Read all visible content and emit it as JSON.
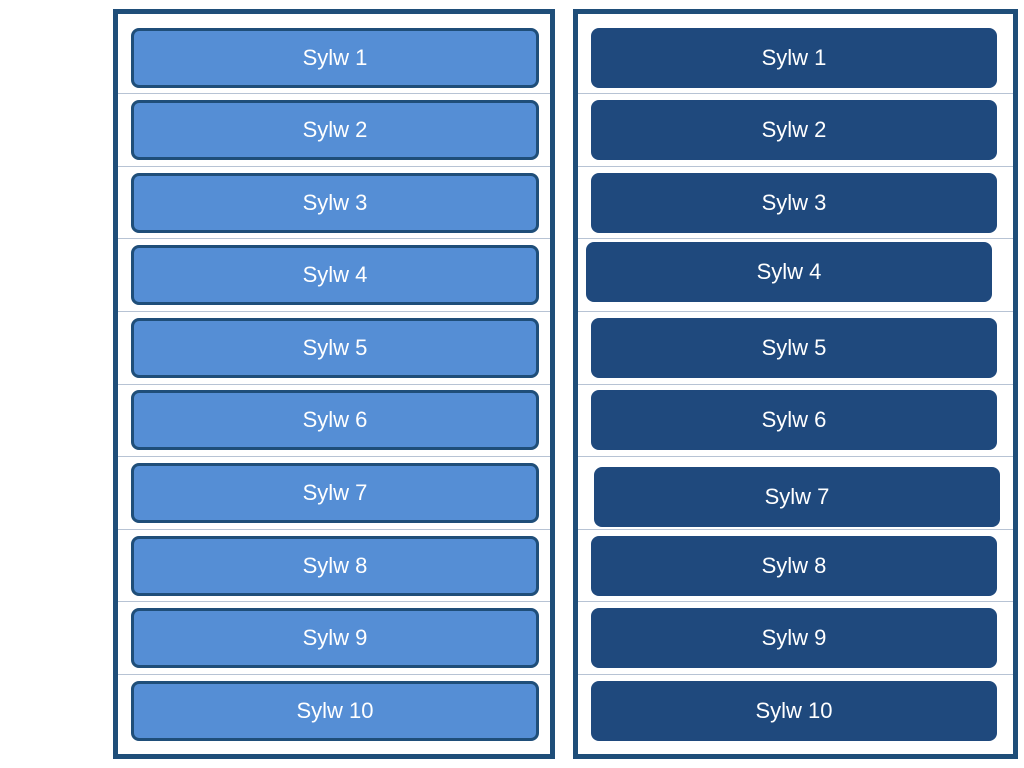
{
  "colors": {
    "panel_border": "#1f4e79",
    "light_button_fill": "#558ed5",
    "dark_button_fill": "#1f497d",
    "button_text": "#ffffff",
    "divider": "#b7c3d4"
  },
  "left_panel": {
    "buttons": [
      {
        "label": "Sylw 1"
      },
      {
        "label": "Sylw 2"
      },
      {
        "label": "Sylw 3"
      },
      {
        "label": "Sylw 4"
      },
      {
        "label": "Sylw 5"
      },
      {
        "label": "Sylw 6"
      },
      {
        "label": "Sylw 7"
      },
      {
        "label": "Sylw 8"
      },
      {
        "label": "Sylw 9"
      },
      {
        "label": "Sylw 10"
      }
    ]
  },
  "right_panel": {
    "buttons": [
      {
        "label": "Sylw 1"
      },
      {
        "label": "Sylw 2"
      },
      {
        "label": "Sylw 3"
      },
      {
        "label": "Sylw 4"
      },
      {
        "label": "Sylw 5"
      },
      {
        "label": "Sylw 6"
      },
      {
        "label": "Sylw 7"
      },
      {
        "label": "Sylw 8"
      },
      {
        "label": "Sylw 9"
      },
      {
        "label": "Sylw 10"
      }
    ]
  }
}
